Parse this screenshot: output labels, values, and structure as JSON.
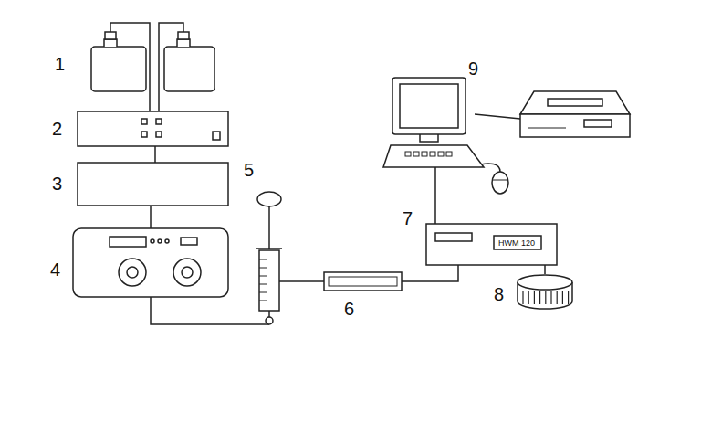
{
  "diagram": {
    "nodes": [
      {
        "text": [
          "1"
        ]
      },
      {
        "text": [
          "2"
        ]
      },
      {
        "text": [
          "3"
        ]
      },
      {
        "text": [
          "4"
        ]
      },
      {
        "text": [
          "5"
        ]
      },
      {
        "text": [
          "6"
        ]
      },
      {
        "text": [
          "7",
          "HWM 120"
        ]
      },
      {
        "text": [
          "8"
        ]
      },
      {
        "text": [
          "9"
        ]
      }
    ],
    "edges": [
      {
        "from": 0,
        "to": 1,
        "arrow": "none"
      },
      {
        "from": 1,
        "to": 2,
        "arrow": "none"
      },
      {
        "from": 2,
        "to": 3,
        "arrow": "none"
      },
      {
        "from": 3,
        "to": 4,
        "arrow": "none"
      },
      {
        "from": 4,
        "to": 5,
        "arrow": "none"
      },
      {
        "from": 5,
        "to": 6,
        "arrow": "none"
      },
      {
        "from": 6,
        "to": 7,
        "arrow": "none"
      },
      {
        "from": 6,
        "to": 8,
        "arrow": "none"
      }
    ]
  }
}
